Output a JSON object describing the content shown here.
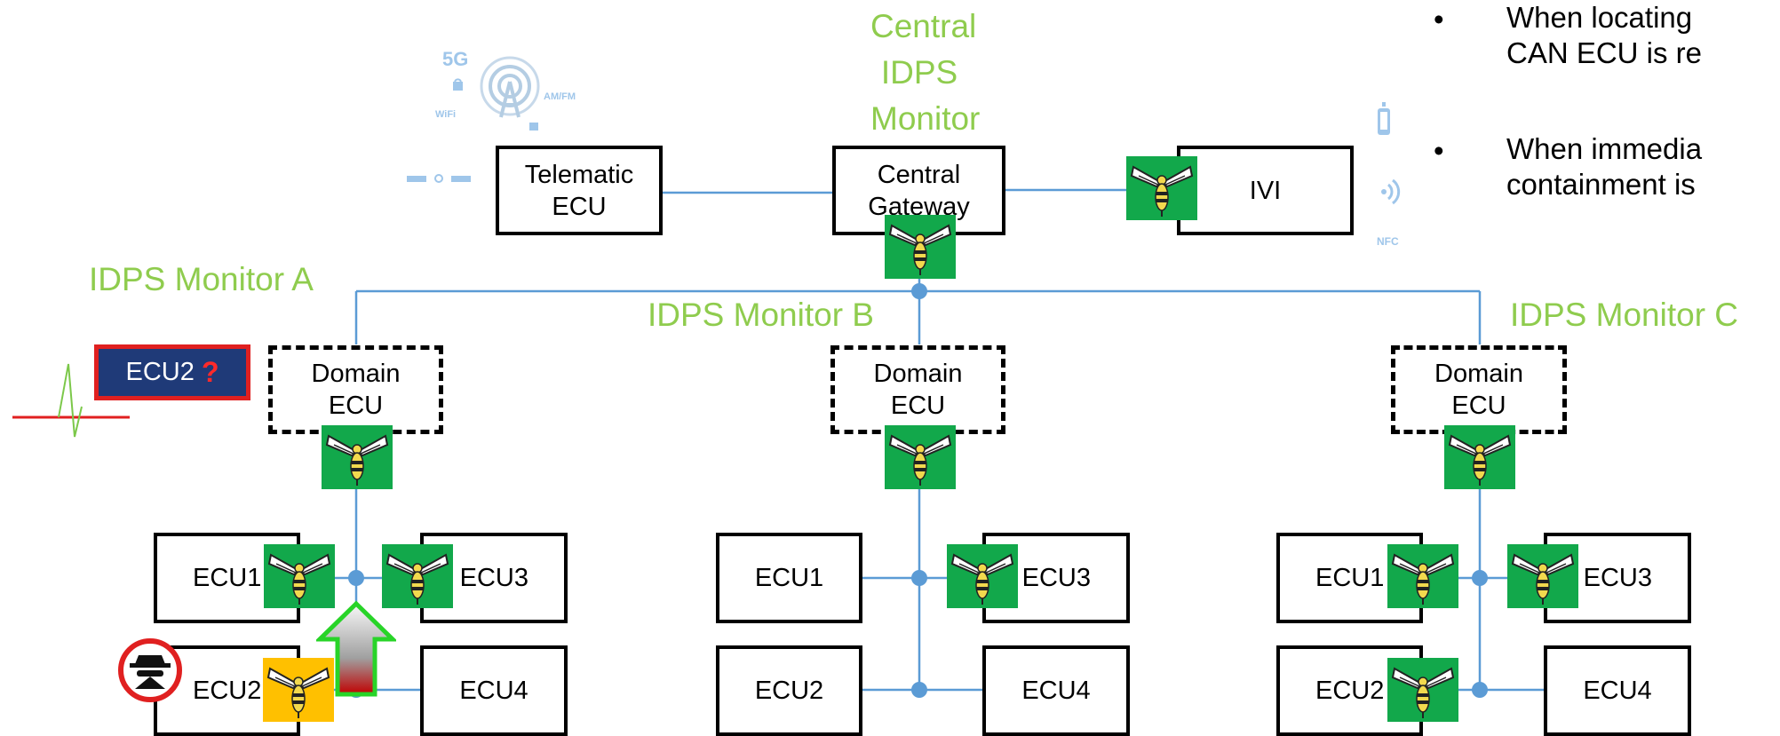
{
  "central_monitor": {
    "line1": "Central",
    "line2": "IDPS",
    "line3": "Monitor"
  },
  "monitors": {
    "a": "IDPS Monitor A",
    "b": "IDPS Monitor B",
    "c": "IDPS Monitor C"
  },
  "nodes": {
    "telematic": {
      "line1": "Telematic",
      "line2": "ECU"
    },
    "gateway": {
      "line1": "Central",
      "line2": "Gateway"
    },
    "ivi": "IVI",
    "domain": {
      "line1": "Domain",
      "line2": "ECU"
    },
    "ecu1": "ECU1",
    "ecu2": "ECU2",
    "ecu3": "ECU3",
    "ecu4": "ECU4"
  },
  "alert": {
    "label": "ECU2",
    "mark": "?"
  },
  "connectivity": {
    "fiveg": "5G",
    "wifi": "WiFi",
    "amfm": "AM/FM",
    "nfc": "NFC"
  },
  "bullets": [
    {
      "line1": "When locating",
      "line2": "CAN ECU is re"
    },
    {
      "line1": "When immedia",
      "line2": "containment is"
    }
  ],
  "colors": {
    "monitor_text": "#8fcc4e",
    "line": "#5b9bd5",
    "sensor_bg": "#12a84b",
    "compromised_bg": "#ffc000",
    "alert_bg": "#1f3a78",
    "alert_border": "#e02020"
  }
}
